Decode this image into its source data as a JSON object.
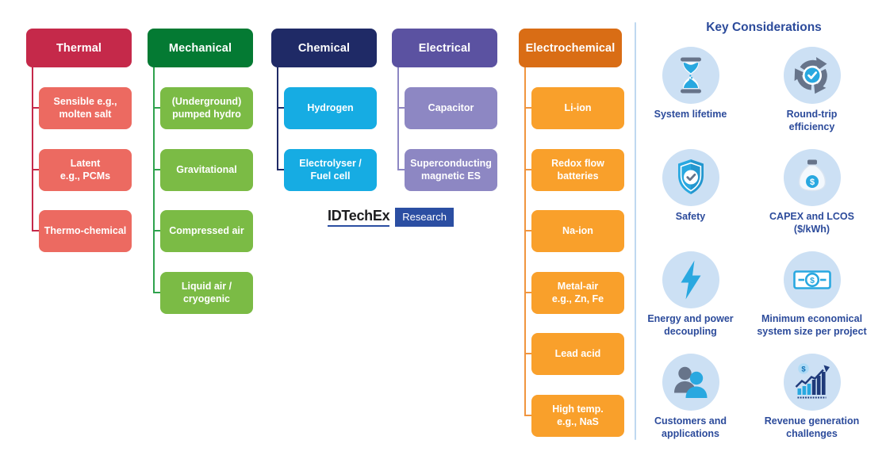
{
  "palette": {
    "thermal_header": "#C5294A",
    "thermal_child": "#EC6A61",
    "mechanical_header": "#047A33",
    "mechanical_child": "#7BBB45",
    "mechanical_line": "#2FA24D",
    "chemical_header": "#1F2A66",
    "chemical_child": "#16ACE3",
    "electrical_header": "#5B52A1",
    "electrical_child": "#8D87C3",
    "electrochemical_header": "#D96D15",
    "electrochemical_child": "#F9A02B",
    "electrochemical_line": "#F0953F",
    "divider": "#BFD8F0",
    "panel_text": "#2C4B9B",
    "icon_circle": "#CCE0F4",
    "icon_blue": "#29A8E0",
    "icon_slate": "#67748A",
    "icon_navy": "#1F3A7A",
    "logo_bg": "#2B4EA2"
  },
  "columns": [
    {
      "id": "thermal",
      "title": "Thermal",
      "children": [
        "Sensible e.g.,\nmolten salt",
        "Latent\ne.g., PCMs",
        "Thermo-chemical"
      ]
    },
    {
      "id": "mechanical",
      "title": "Mechanical",
      "children": [
        "(Underground)\npumped hydro",
        "Gravitational",
        "Compressed air",
        "Liquid air /\ncryogenic"
      ]
    },
    {
      "id": "chemical",
      "title": "Chemical",
      "children": [
        "Hydrogen",
        "Electrolyser /\nFuel cell"
      ]
    },
    {
      "id": "electrical",
      "title": "Electrical",
      "children": [
        "Capacitor",
        "Superconducting\nmagnetic ES"
      ]
    },
    {
      "id": "electrochemical",
      "title": "Electrochemical",
      "children": [
        "Li-ion",
        "Redox flow\nbatteries",
        "Na-ion",
        "Metal-air\ne.g., Zn, Fe",
        "Lead acid",
        "High temp.\ne.g., NaS"
      ]
    }
  ],
  "logo": {
    "brand": "IDTechEx",
    "suffix": "Research"
  },
  "considerations": {
    "title": "Key Considerations",
    "items": [
      {
        "icon": "hourglass-icon",
        "label": "System lifetime"
      },
      {
        "icon": "round-trip-icon",
        "label": "Round-trip\nefficiency"
      },
      {
        "icon": "shield-check-icon",
        "label": "Safety"
      },
      {
        "icon": "money-bag-icon",
        "label": "CAPEX and LCOS\n($/kWh)"
      },
      {
        "icon": "lightning-icon",
        "label": "Energy and power\ndecoupling"
      },
      {
        "icon": "banknote-icon",
        "label": "Minimum economical\nsystem size per project"
      },
      {
        "icon": "customers-icon",
        "label": "Customers and\napplications"
      },
      {
        "icon": "chart-growth-icon",
        "label": "Revenue generation\nchallenges"
      }
    ]
  }
}
